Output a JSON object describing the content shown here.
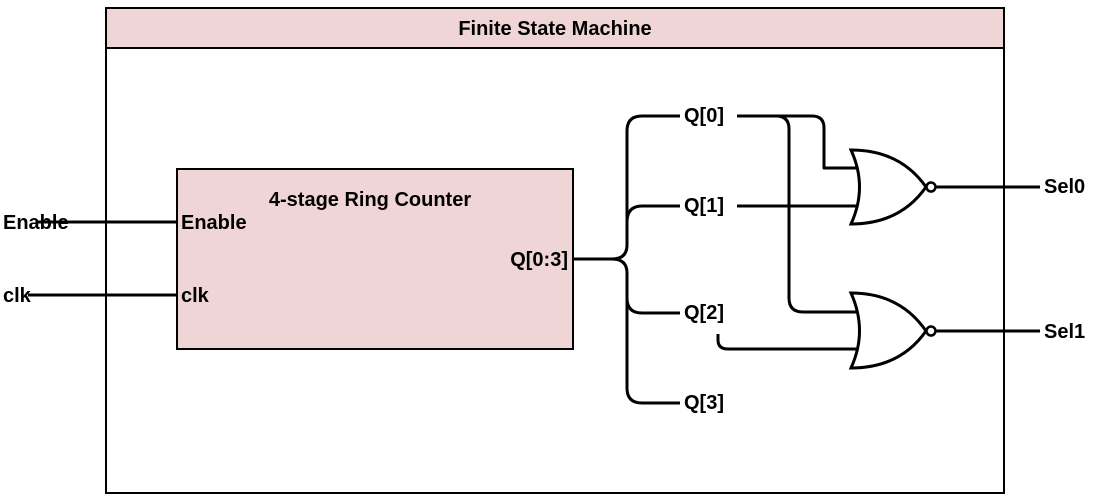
{
  "outer": {
    "title": "Finite State Machine",
    "fill": "#f0d5d6",
    "stroke": "#000000"
  },
  "counter": {
    "title": "4-stage Ring Counter",
    "port_enable": "Enable",
    "port_clk": "clk",
    "port_out": "Q[0:3]"
  },
  "inputs": {
    "enable": "Enable",
    "clk": "clk"
  },
  "bus_taps": [
    "Q[0]",
    "Q[1]",
    "Q[2]",
    "Q[3]"
  ],
  "gates": [
    {
      "type": "NOR",
      "output": "Sel0",
      "inputs": [
        "Q[0]",
        "Q[1]"
      ]
    },
    {
      "type": "NOR",
      "output": "Sel1",
      "inputs": [
        "Q[0]",
        "Q[2]"
      ]
    }
  ]
}
